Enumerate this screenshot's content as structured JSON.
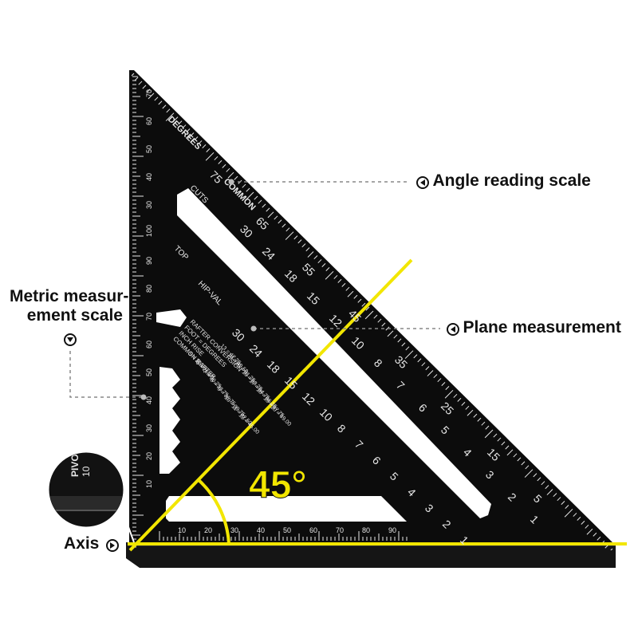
{
  "callouts": {
    "angle_scale": "Angle reading scale",
    "plane_measurement": "Plane measurement",
    "metric_line1": "Metric measur-",
    "metric_line2": "ement scale",
    "axis": "Axis"
  },
  "angle_marker": "45°",
  "square": {
    "labels": {
      "degrees": "DEGREES",
      "common": "COMMON",
      "cuts": "CUTS",
      "top": "TOP",
      "hip_val": "HIP-VAL",
      "pivot": "PIVOT",
      "pivot_number": "10",
      "common_rafter": "COMMON RAFTER",
      "inch_rise": "INCH RISE",
      "foot_degrees": "FOOT = DEGREES",
      "conversion": "RAFTER CONVERSION"
    },
    "conversion_table": [
      "5 = 22.50",
      "6 = 26.50",
      "7 = 30.25",
      "8 = 33.75",
      "9 = 36.75",
      "10 = 39.75",
      "11 = 42.50",
      "12 = 45.00",
      "13 = 47.25",
      "14 = 49.50",
      "15 = 51.25",
      "16 = 53.25",
      "17 = 54.75",
      "18 = 56.25",
      "19 = 57.75",
      "20 = 59.00"
    ],
    "left_scale_numbers": [
      "10",
      "20",
      "30",
      "40",
      "50",
      "60",
      "70",
      "80",
      "90",
      "100",
      "30",
      "40",
      "50",
      "60",
      "70"
    ],
    "bottom_scale_numbers": [
      "10",
      "20",
      "30",
      "40",
      "50",
      "60",
      "70",
      "80",
      "90"
    ],
    "common_scale": [
      "75",
      "65",
      "55",
      "45",
      "35",
      "25",
      "15",
      "5"
    ],
    "rafter_scale_a": [
      "30",
      "24",
      "18",
      "15",
      "12",
      "10",
      "8",
      "7",
      "6",
      "5",
      "4",
      "3",
      "2",
      "1"
    ],
    "rafter_scale_b": [
      "30",
      "24",
      "18",
      "15",
      "12",
      "10",
      "8",
      "7",
      "6",
      "5",
      "4",
      "3",
      "2",
      "1"
    ]
  },
  "colors": {
    "square": "#0c0c0c",
    "engraving": "#e8e8e8",
    "highlight": "#f2e600",
    "dashed": "#888888"
  }
}
